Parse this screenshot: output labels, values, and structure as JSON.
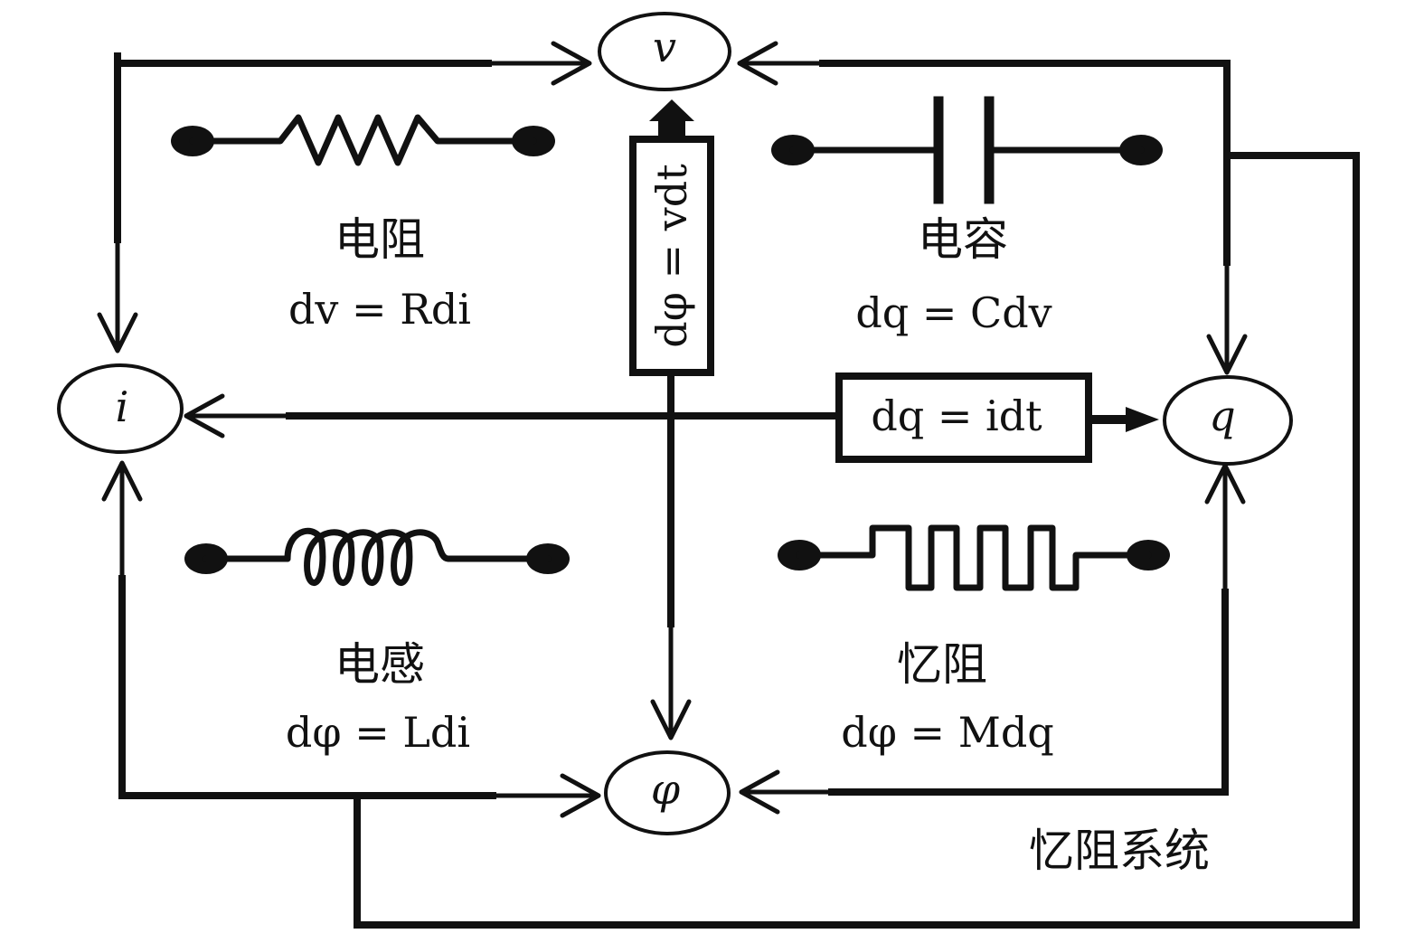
{
  "nodes": {
    "v": "v",
    "i": "i",
    "q": "q",
    "phi": "φ"
  },
  "elements": {
    "resistor": {
      "name": "电阻",
      "equation": "dv = Rdi"
    },
    "capacitor": {
      "name": "电容",
      "equation": "dq = Cdv"
    },
    "inductor": {
      "name": "电感",
      "equation": "dφ = Ldi"
    },
    "memristor": {
      "name": "忆阻",
      "equation": "dφ = Mdq"
    }
  },
  "relations": {
    "flux": "dφ = vdt",
    "charge": "dq = idt"
  },
  "footer_label": "忆阻系统"
}
